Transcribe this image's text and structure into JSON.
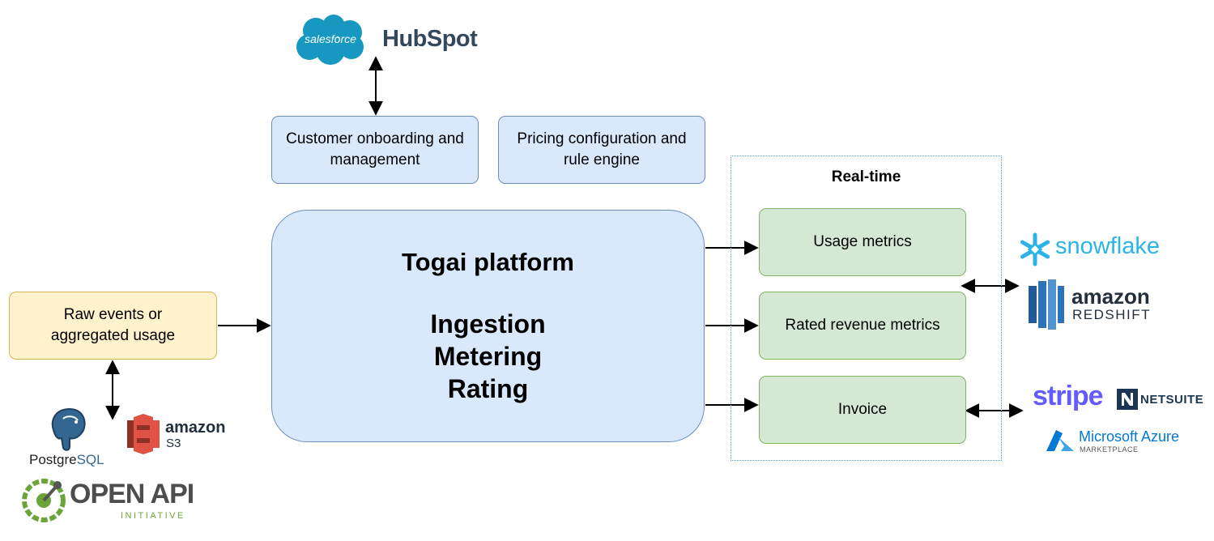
{
  "boxes": {
    "customer": "Customer onboarding and\nmanagement",
    "pricing": "Pricing configuration and\nrule engine",
    "raw_events": "Raw events or\naggregated usage",
    "usage_metrics": "Usage metrics",
    "rated_revenue": "Rated revenue metrics",
    "invoice": "Invoice"
  },
  "platform": {
    "title": "Togai platform",
    "functions": "Ingestion\nMetering\nRating"
  },
  "realtime": {
    "label": "Real-time"
  },
  "logos": {
    "salesforce": "salesforce",
    "hubspot": "HubSpot",
    "snowflake": "snowflake",
    "amazon_redshift": {
      "brand": "amazon",
      "product": "REDSHIFT"
    },
    "stripe": "stripe",
    "netsuite": "NETSUITE",
    "azure": {
      "name": "Microsoft Azure",
      "sub": "MARKETPLACE"
    },
    "postgres": {
      "a": "Postgre",
      "b": "SQL"
    },
    "amazon_s3": {
      "brand": "amazon",
      "product": "S3"
    },
    "openapi": {
      "name": "OPEN API",
      "sub": "INITIATIVE"
    }
  },
  "colors": {
    "blue_fill": "#dae8fc",
    "blue_stroke": "#6c8ebf",
    "green_fill": "#d5e8d4",
    "green_stroke": "#82b366",
    "yellow_fill": "#fff2cc",
    "yellow_stroke": "#d6b656",
    "salesforce": "#1798c1",
    "hubspot_dark": "#33475b",
    "hubspot_orange": "#ff7a59",
    "snowflake": "#29b5e8",
    "redshift": "#205b98",
    "stripe": "#635bff",
    "netsuite": "#1b3553",
    "azure": "#0078d4",
    "postgres": "#336791",
    "s3": "#e05243",
    "openapi": "#6ba539"
  },
  "icons": [
    "salesforce-logo",
    "hubspot-logo",
    "snowflake-logo",
    "amazon-redshift-logo",
    "stripe-logo",
    "netsuite-logo",
    "azure-marketplace-logo",
    "postgresql-logo",
    "amazon-s3-logo",
    "openapi-logo"
  ]
}
